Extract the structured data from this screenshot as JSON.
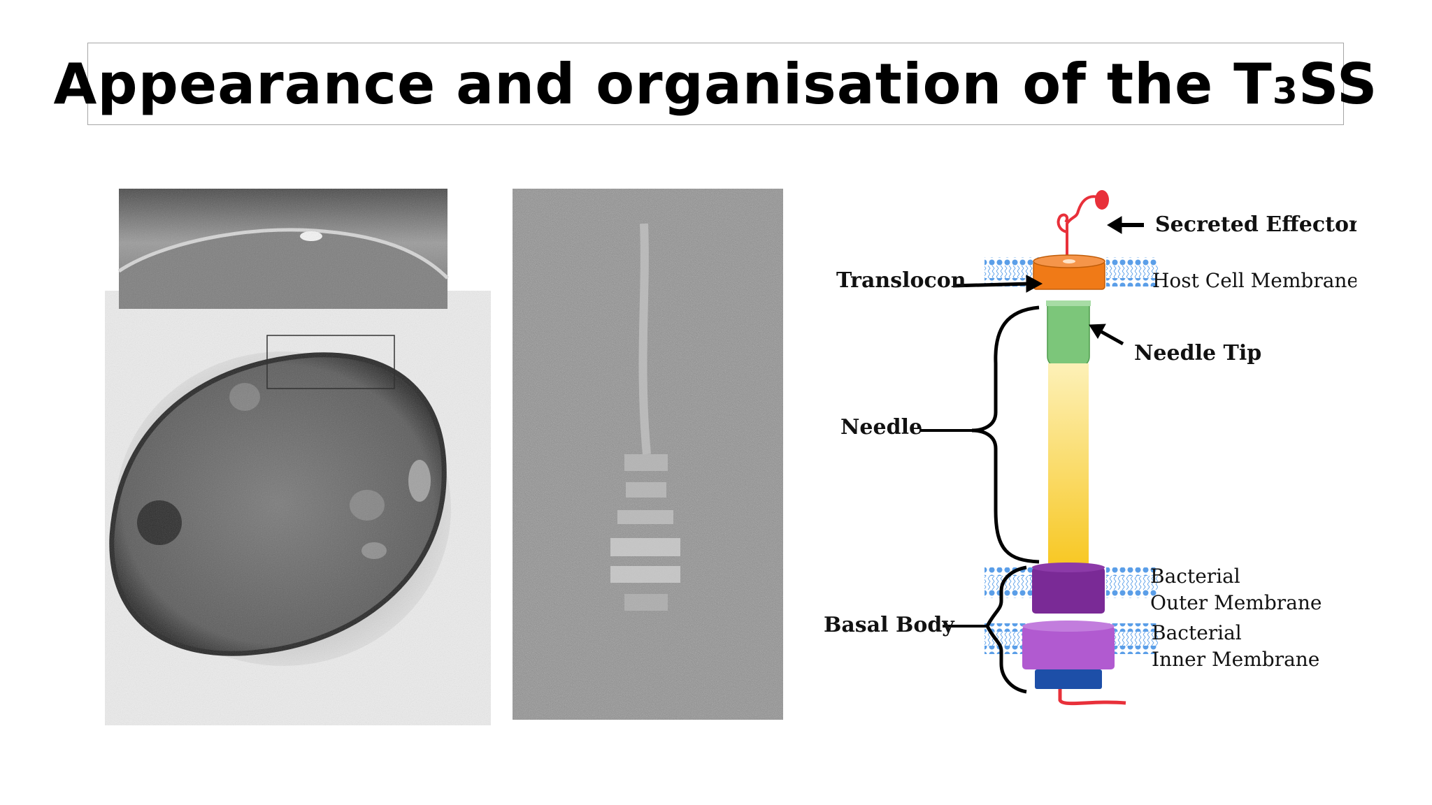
{
  "slide": {
    "title_main": "Appearance and organisation of the T",
    "title_sub": "3",
    "title_end": "SS"
  },
  "diagram": {
    "labels": {
      "secreted_effector": "Secreted Effector",
      "translocon": "Translocon",
      "host_cell_membrane": "Host Cell Membrane",
      "needle_tip": "Needle Tip",
      "needle": "Needle",
      "bacterial_outer_1": "Bacterial",
      "bacterial_outer_2": "Outer Membrane",
      "basal_body": "Basal Body",
      "bacterial_inner_1": "Bacterial",
      "bacterial_inner_2": "Inner Membrane"
    },
    "colors": {
      "translocon": "#f07a17",
      "needle_tip": "#7cc67a",
      "needle_top": "#fdf1b8",
      "needle_bottom": "#f7c51a",
      "outer_ring": "#7a2a96",
      "inner_ring": "#b15ad0",
      "base_ring": "#1d4fa8",
      "effector": "#e8303a",
      "membrane": "#5a9ee8"
    }
  }
}
